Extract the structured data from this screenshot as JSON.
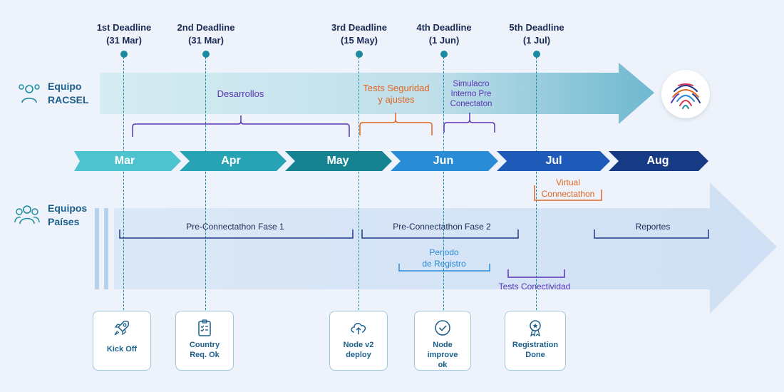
{
  "deadlines": [
    {
      "label": "1st Deadline\n(31 Mar)"
    },
    {
      "label": "2nd Deadline\n(31 Mar)"
    },
    {
      "label": "3rd Deadline\n(15 May)"
    },
    {
      "label": "4th Deadline\n(1 Jun)"
    },
    {
      "label": "5th Deadline\n(1 Jul)"
    }
  ],
  "racsel": {
    "title": "Equipo\nRACSEL",
    "phases": [
      {
        "label": "Desarrollos"
      },
      {
        "label": "Tests Seguridad\ny ajustes"
      },
      {
        "label": "Simulacro\nInterno Pre\nConectaton"
      }
    ]
  },
  "months": [
    "Mar",
    "Apr",
    "May",
    "Jun",
    "Jul",
    "Aug"
  ],
  "paises": {
    "title": "Equipos\nPaíses",
    "phases": [
      {
        "label": "Pre-Connectathon Fase 1"
      },
      {
        "label": "Pre-Connectathon Fase 2"
      },
      {
        "label": "Reportes"
      },
      {
        "label": "Periodo\nde Registro"
      },
      {
        "label": "Tests Conectividad"
      },
      {
        "label": "Virtual\nConnectathon"
      }
    ]
  },
  "milestones": [
    {
      "label": "Kick Off",
      "icon": "rocket-icon"
    },
    {
      "label": "Country\nReq. Ok",
      "icon": "checklist-icon"
    },
    {
      "label": "Node v2\ndeploy",
      "icon": "cloud-upload-icon"
    },
    {
      "label": "Node\nimprove\nok",
      "icon": "check-circle-icon"
    },
    {
      "label": "Registration\nDone",
      "icon": "award-badge-icon"
    }
  ],
  "colors": {
    "dark_blue": "#1b2a55",
    "teal": "#1a8aa0",
    "orange": "#e0651f",
    "purple": "#5a36b6",
    "navy_bracket": "#1e3a8a",
    "light_blue": "#2a8bd6"
  }
}
